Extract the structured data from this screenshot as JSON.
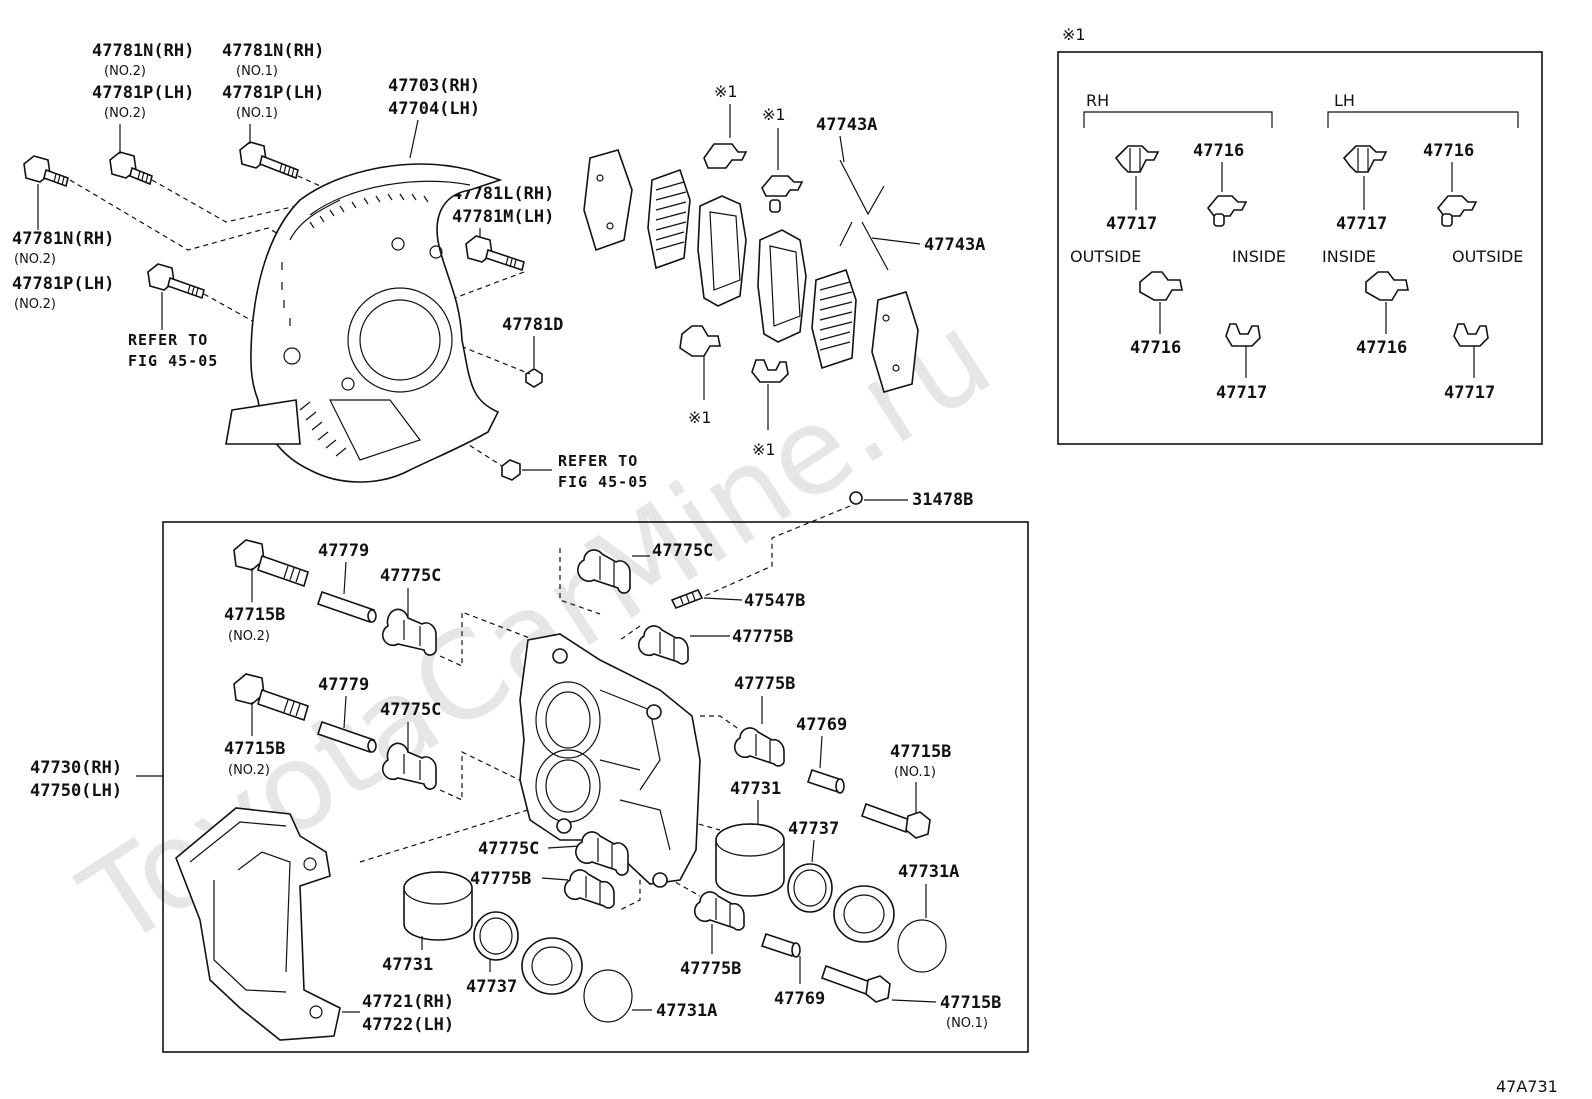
{
  "watermark": "ToyotaCarMine.ru",
  "diagram_code": "47A731",
  "inset": {
    "marker": "※1",
    "group_rh": "RH",
    "group_lh": "LH",
    "part_47716": "47716",
    "part_47717": "47717",
    "outside": "OUTSIDE",
    "inside": "INSIDE"
  },
  "backing_plate": {
    "p_47781n_rh": "47781N(RH)",
    "p_47781p_lh": "47781P(LH)",
    "no1": "(NO.1)",
    "no2": "(NO.2)",
    "p_47703": "47703(RH)",
    "p_47704": "47704(LH)",
    "p_47781l": "47781L(RH)",
    "p_47781m": "47781M(LH)",
    "p_47781d": "47781D",
    "refer_to": "REFER TO",
    "fig": "FIG 45-05"
  },
  "pads": {
    "p_47743a": "47743A",
    "marker": "※1"
  },
  "caliper": {
    "p_31478b": "31478B",
    "p_47779": "47779",
    "p_47775c": "47775C",
    "p_47775b": "47775B",
    "p_47715b": "47715B",
    "no1": "(NO.1)",
    "no2": "(NO.2)",
    "p_47547b": "47547B",
    "p_47769": "47769",
    "p_47731": "47731",
    "p_47737": "47737",
    "p_47731a": "47731A",
    "p_47730": "47730(RH)",
    "p_47750": "47750(LH)",
    "p_47721": "47721(RH)",
    "p_47722": "47722(LH)"
  }
}
